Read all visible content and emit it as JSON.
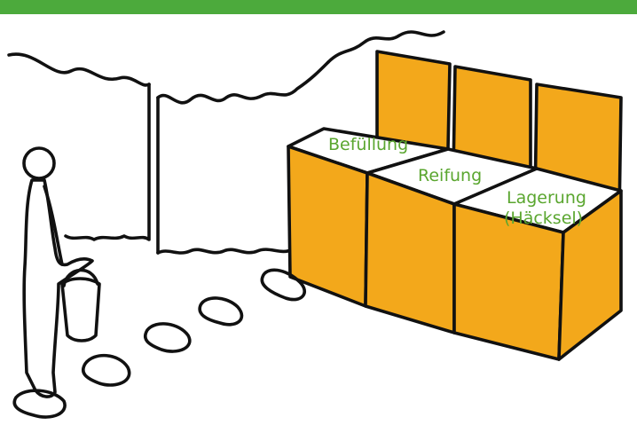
{
  "colors": {
    "accent_bar": "#4caa3c",
    "bin_fill": "#f3a81b",
    "label_text": "#5aa62f",
    "outline": "#111111"
  },
  "bins": {
    "filling_label": "Befüllung",
    "ripening_label": "Reifung",
    "storage_label_line1": "Lagerung",
    "storage_label_line2": "(Häcksel)"
  }
}
